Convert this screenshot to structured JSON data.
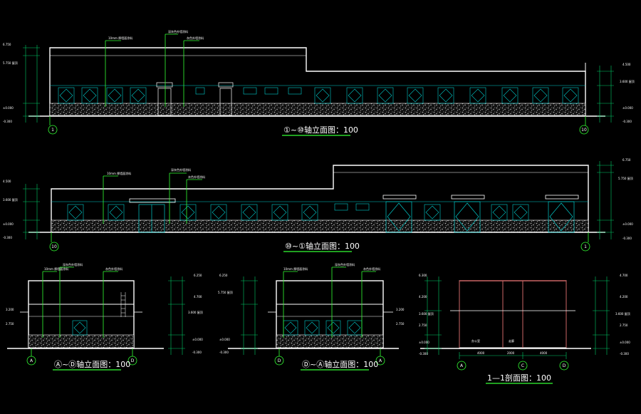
{
  "colors": {
    "background": "#000000",
    "outline": "#ffffff",
    "leader": "#33ff33",
    "window": "#00cccc",
    "ground": "#bbbbbb",
    "dim": "#00cc66",
    "section_wall": "#cc6666",
    "axis": "#33ff33"
  },
  "views": {
    "view1": {
      "title": "①~⑩轴立面图：100",
      "axis_left": "1",
      "axis_right": "10",
      "notes": [
        "10mm 厚墙面涂料",
        "深灰色外墙涂料",
        "灰色外墙涂料"
      ],
      "levels_left": [
        "6.750",
        "5.750 屋顶",
        "±0.000",
        "-0.300"
      ],
      "levels_right": [
        "4.500",
        "3.600 屋顶",
        "±0.000",
        "-0.300"
      ]
    },
    "view2": {
      "title": "⑩~①轴立面图：100",
      "axis_left": "10",
      "axis_right": "1",
      "notes": [
        "10mm 厚墙面涂料",
        "深灰色外墙涂料",
        "灰色外墙涂料"
      ],
      "levels_left": [
        "4.500",
        "3.600 屋顶",
        "±0.000",
        "-0.300"
      ],
      "levels_right": [
        "6.750",
        "5.750 屋顶",
        "±0.000",
        "-0.300"
      ]
    },
    "view3": {
      "title": "Ⓐ~Ⓓ轴立面图：100",
      "axis_left": "A",
      "axis_right": "D",
      "notes": [
        "10mm 厚墙面涂料",
        "深灰色外墙涂料",
        "灰色外墙涂料"
      ],
      "levels_left": [
        "3.200",
        "2.750"
      ],
      "levels_right": [
        "6.250",
        "4.700",
        "3.600 屋顶",
        "±0.000",
        "-0.300"
      ]
    },
    "view4": {
      "title": "Ⓓ~Ⓐ轴立面图：100",
      "axis_left": "D",
      "axis_right": "A",
      "notes": [
        "10mm 厚墙面涂料",
        "深灰色外墙涂料",
        "灰色外墙涂料"
      ],
      "levels_left": [
        "6.250",
        "5.750 屋顶",
        "±0.000",
        "-0.300"
      ],
      "levels_right": [
        "3.200",
        "2.750"
      ]
    },
    "section": {
      "title": "1—1剖面图：100",
      "axes": [
        "A",
        "C",
        "D"
      ],
      "rooms": [
        "办公室",
        "走廊"
      ],
      "spans": [
        "4000",
        "2000",
        "4000"
      ],
      "levels_left": [
        "6.300",
        "4.200",
        "3.600 屋顶",
        "2.750",
        "±0.000",
        "-0.300"
      ],
      "levels_right": [
        "4.700",
        "4.200",
        "3.600 屋顶",
        "2.750",
        "±0.000",
        "-0.300"
      ]
    }
  }
}
